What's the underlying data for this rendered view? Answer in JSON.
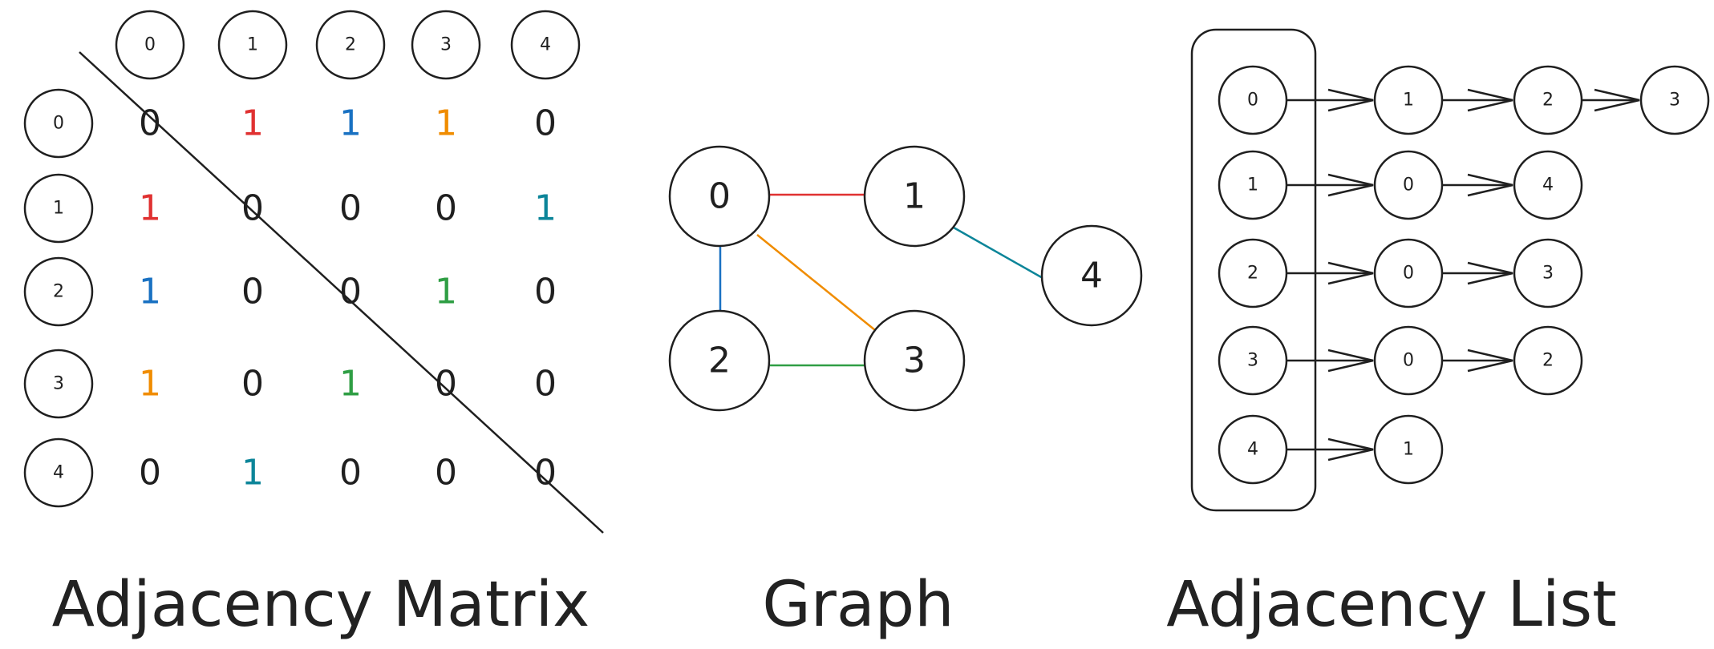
{
  "colors": {
    "ink": "#1f1f1f",
    "red": "#e03131",
    "blue": "#1971c2",
    "orange": "#f08c00",
    "teal": "#0c8599",
    "green": "#2f9e44"
  },
  "captions": {
    "matrix": "Adjacency Matrix",
    "graph": "Graph",
    "list": "Adjacency List"
  },
  "matrix": {
    "col_headers": [
      "0",
      "1",
      "2",
      "3",
      "4"
    ],
    "row_headers": [
      "0",
      "1",
      "2",
      "3",
      "4"
    ],
    "cells": [
      [
        {
          "v": "0",
          "c": "ink"
        },
        {
          "v": "1",
          "c": "red"
        },
        {
          "v": "1",
          "c": "blue"
        },
        {
          "v": "1",
          "c": "orange"
        },
        {
          "v": "0",
          "c": "ink"
        }
      ],
      [
        {
          "v": "1",
          "c": "red"
        },
        {
          "v": "0",
          "c": "ink"
        },
        {
          "v": "0",
          "c": "ink"
        },
        {
          "v": "0",
          "c": "ink"
        },
        {
          "v": "1",
          "c": "teal"
        }
      ],
      [
        {
          "v": "1",
          "c": "blue"
        },
        {
          "v": "0",
          "c": "ink"
        },
        {
          "v": "0",
          "c": "ink"
        },
        {
          "v": "1",
          "c": "green"
        },
        {
          "v": "0",
          "c": "ink"
        }
      ],
      [
        {
          "v": "1",
          "c": "orange"
        },
        {
          "v": "0",
          "c": "ink"
        },
        {
          "v": "1",
          "c": "green"
        },
        {
          "v": "0",
          "c": "ink"
        },
        {
          "v": "0",
          "c": "ink"
        }
      ],
      [
        {
          "v": "0",
          "c": "ink"
        },
        {
          "v": "1",
          "c": "teal"
        },
        {
          "v": "0",
          "c": "ink"
        },
        {
          "v": "0",
          "c": "ink"
        },
        {
          "v": "0",
          "c": "ink"
        }
      ]
    ]
  },
  "graph": {
    "nodes": [
      "0",
      "1",
      "2",
      "3",
      "4"
    ],
    "edges": [
      {
        "from": "0",
        "to": "1",
        "color": "red"
      },
      {
        "from": "0",
        "to": "2",
        "color": "blue"
      },
      {
        "from": "0",
        "to": "3",
        "color": "orange"
      },
      {
        "from": "2",
        "to": "3",
        "color": "green"
      },
      {
        "from": "1",
        "to": "4",
        "color": "teal"
      }
    ]
  },
  "adjacency_list": [
    {
      "vertex": "0",
      "neighbors": [
        "1",
        "2",
        "3"
      ]
    },
    {
      "vertex": "1",
      "neighbors": [
        "0",
        "4"
      ]
    },
    {
      "vertex": "2",
      "neighbors": [
        "0",
        "3"
      ]
    },
    {
      "vertex": "3",
      "neighbors": [
        "0",
        "2"
      ]
    },
    {
      "vertex": "4",
      "neighbors": [
        "1"
      ]
    }
  ]
}
